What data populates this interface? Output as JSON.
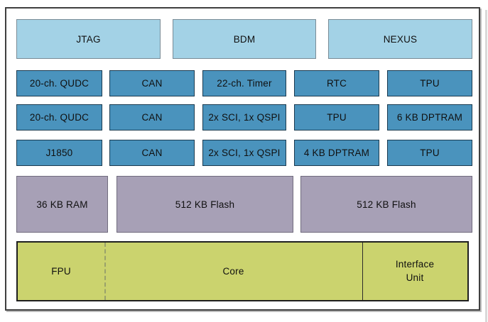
{
  "colors": {
    "debug_box_fill": "#a3d2e6",
    "peripheral_box_fill": "#4a93bd",
    "memory_box_fill": "#a7a0b6",
    "core_box_fill": "#cbd36e",
    "frame_border": "#3f3f3f",
    "text": "#101010"
  },
  "debug_row": [
    {
      "label": "JTAG"
    },
    {
      "label": "BDM"
    },
    {
      "label": "NEXUS"
    }
  ],
  "peripheral_rows": [
    {
      "cells": [
        {
          "label": "20-ch. QUDC"
        },
        {
          "label": "CAN"
        },
        {
          "label": "22-ch. Timer"
        },
        {
          "label": "RTC"
        },
        {
          "label": "TPU"
        }
      ]
    },
    {
      "cells": [
        {
          "label": "20-ch. QUDC"
        },
        {
          "label": "CAN"
        },
        {
          "label": "2x SCI, 1x QSPI"
        },
        {
          "label": "TPU"
        },
        {
          "label": "6 KB DPTRAM"
        }
      ]
    },
    {
      "cells": [
        {
          "label": "J1850"
        },
        {
          "label": "CAN"
        },
        {
          "label": "2x SCI, 1x QSPI"
        },
        {
          "label": "4 KB DPTRAM"
        },
        {
          "label": "TPU"
        }
      ]
    }
  ],
  "memory_row": [
    {
      "label": "36 KB RAM"
    },
    {
      "label": "512 KB Flash"
    },
    {
      "label": "512 KB Flash"
    }
  ],
  "core_row": {
    "fpu": "FPU",
    "core": "Core",
    "interface_unit": "Interface Unit"
  }
}
